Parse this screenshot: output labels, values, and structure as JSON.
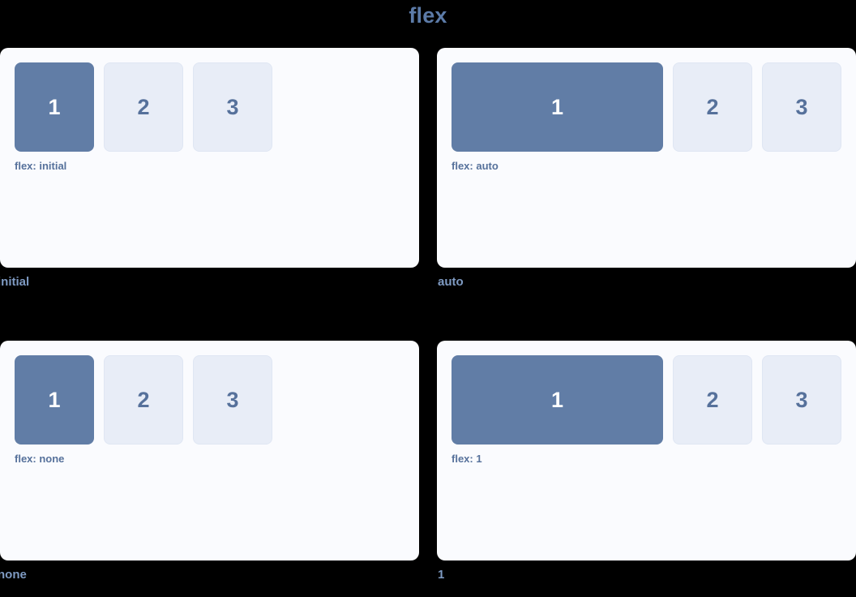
{
  "title": "flex",
  "colors": {
    "background": "#000000",
    "card_background": "#fafbfe",
    "active_box": "#617da6",
    "idle_box": "#e8edf7",
    "idle_box_border": "#dfe6f3",
    "title_text": "#5c7ba8",
    "caption_text": "#56719b",
    "label_text": "#7e9ac2",
    "active_box_text": "#ffffff"
  },
  "boxes": {
    "one": "1",
    "two": "2",
    "three": "3"
  },
  "cells": [
    {
      "label": "initial",
      "caption": "flex: initial",
      "flex_value": "initial",
      "items": [
        "1",
        "2",
        "3"
      ]
    },
    {
      "label": "auto",
      "caption": "flex: auto",
      "flex_value": "auto",
      "items": [
        "1",
        "2",
        "3"
      ]
    },
    {
      "label": "none",
      "caption": "flex: none",
      "flex_value": "none",
      "items": [
        "1",
        "2",
        "3"
      ]
    },
    {
      "label": "1",
      "caption": "flex: 1",
      "flex_value": "1",
      "items": [
        "1",
        "2",
        "3"
      ]
    }
  ]
}
